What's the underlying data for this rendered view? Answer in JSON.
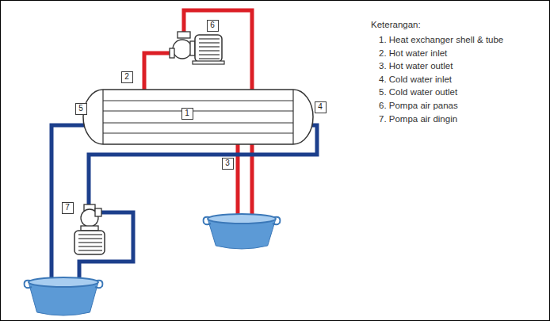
{
  "diagram": {
    "nodes": [
      {
        "text": [
          "6"
        ]
      },
      {
        "text": [
          "2"
        ]
      },
      {
        "text": [
          "5"
        ]
      },
      {
        "text": [
          "1"
        ]
      },
      {
        "text": [
          "4"
        ]
      },
      {
        "text": [
          "3"
        ]
      },
      {
        "text": [
          "7"
        ]
      }
    ],
    "labels": [
      "Keterangan:",
      "1. Heat exchanger shell & tube",
      "2. Hot water inlet",
      "3. Hot water outlet",
      "4. Cold water inlet",
      "5. Cold water outlet",
      "6. Pompa air panas",
      "7. Pompa air dingin"
    ]
  }
}
